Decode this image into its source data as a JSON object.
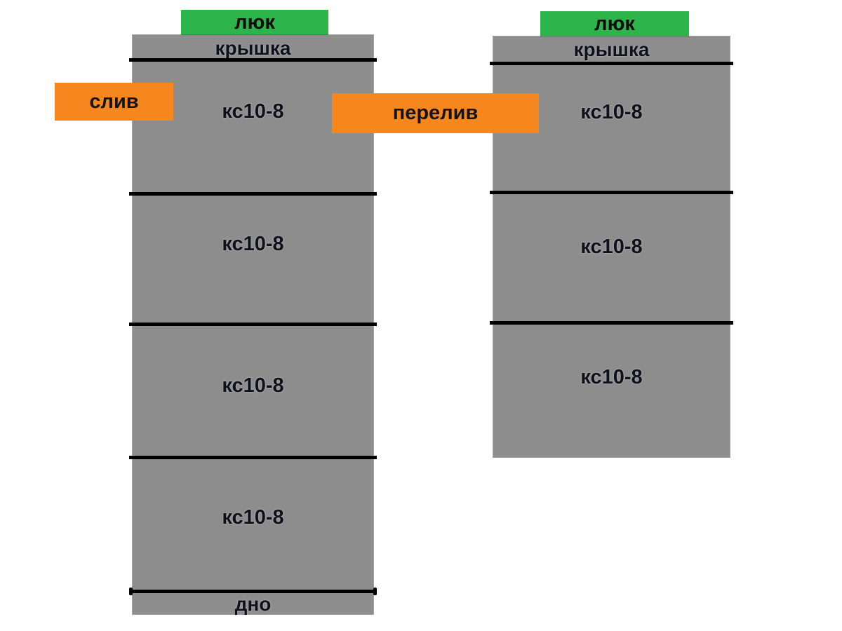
{
  "diagram": {
    "description_labels": {
      "hatch": "люк",
      "cover": "крышка",
      "ring": "кс10-8",
      "bottom": "дно",
      "drain": "слив",
      "overflow": "перелив"
    },
    "colors": {
      "ring_gray": "#8d8d8d",
      "hatch_green": "#2db44b",
      "pipe_orange": "#f5871e",
      "separator_black": "#000000",
      "background": "#ffffff"
    },
    "left_tank": {
      "hatch": "люк",
      "cover": "крышка",
      "rings": [
        "кс10-8",
        "кс10-8",
        "кс10-8",
        "кс10-8"
      ],
      "bottom": "дно",
      "inlet": "слив"
    },
    "right_tank": {
      "hatch": "люк",
      "cover": "крышка",
      "rings": [
        "кс10-8",
        "кс10-8",
        "кс10-8"
      ],
      "overflow": "перелив"
    }
  }
}
